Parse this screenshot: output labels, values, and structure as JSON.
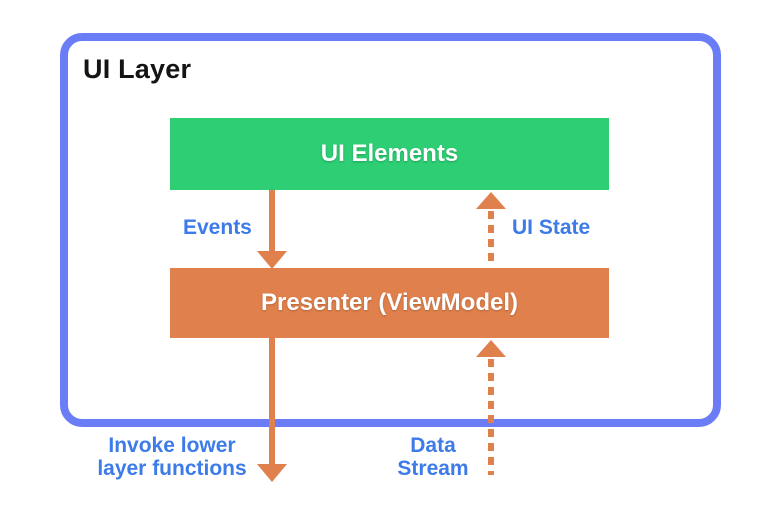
{
  "colors": {
    "border_blue": "#6B7CF7",
    "green": "#2DCE74",
    "orange": "#E0804C",
    "label_blue": "#3D7BE8",
    "title_black": "#141414",
    "white": "#FFFFFF",
    "bg": "#FFFFFF"
  },
  "diagram": {
    "title": "UI Layer",
    "nodes": {
      "ui_elements": {
        "label": "UI Elements",
        "color": "#2DCE74"
      },
      "presenter": {
        "label": "Presenter (ViewModel)",
        "color": "#E0804C"
      }
    },
    "arrows": {
      "events": {
        "label": "Events",
        "style": "solid",
        "direction": "down",
        "from": "UI Elements",
        "to": "Presenter (ViewModel)"
      },
      "ui_state": {
        "label": "UI State",
        "style": "dashed",
        "direction": "up",
        "from": "Presenter (ViewModel)",
        "to": "UI Elements"
      },
      "invoke": {
        "label_line1": "Invoke lower",
        "label_line2": "layer functions",
        "style": "solid",
        "direction": "down",
        "from": "Presenter (ViewModel)",
        "to": "lower layer"
      },
      "data_stream": {
        "label_line1": "Data",
        "label_line2": "Stream",
        "style": "dashed",
        "direction": "up",
        "from": "lower layer",
        "to": "Presenter (ViewModel)"
      }
    }
  }
}
